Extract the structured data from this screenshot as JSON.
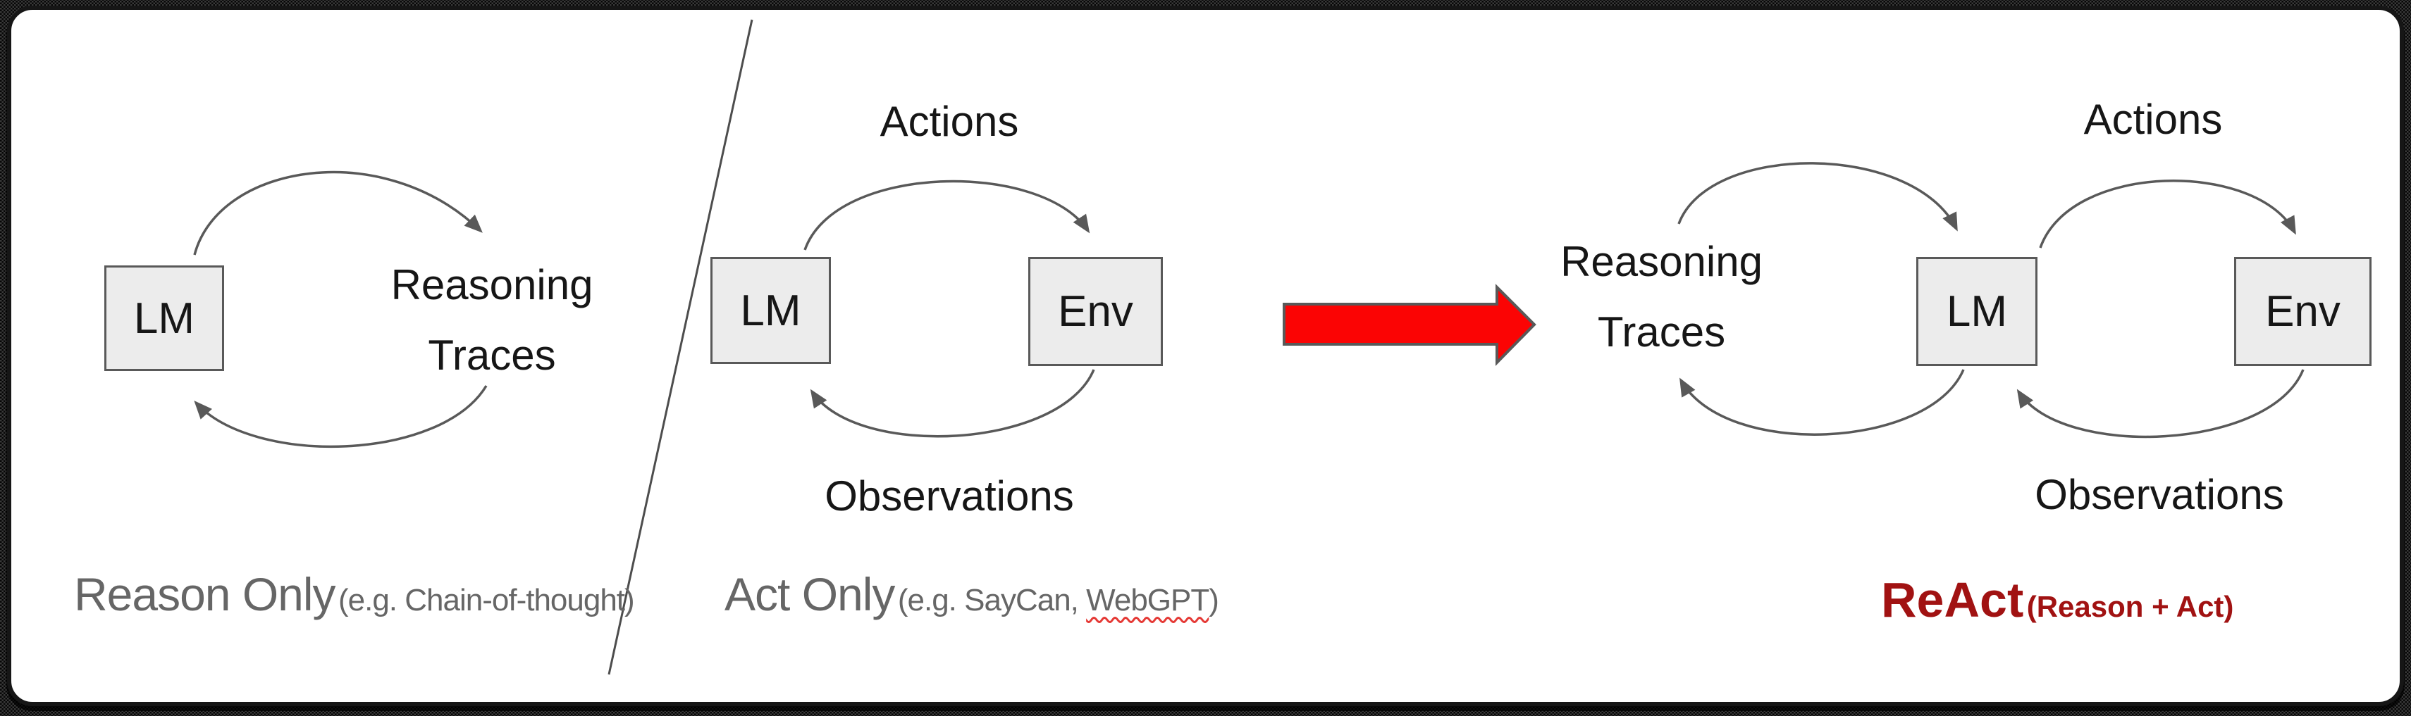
{
  "colors": {
    "card_bg": "#ffffff",
    "box_fill": "#ececec",
    "box_border": "#595959",
    "arrow_stroke": "#595959",
    "caption_gray": "#666666",
    "react_red": "#a11212",
    "big_arrow_red": "#fb0404",
    "squiggle_red": "#e53935"
  },
  "left_panel": {
    "lm_label": "LM",
    "loop_label_line1": "Reasoning",
    "loop_label_line2": "Traces",
    "caption": "Reason Only",
    "caption_note": "(e.g. Chain-of-thought)"
  },
  "middle_panel": {
    "lm_label": "LM",
    "env_label": "Env",
    "top_label": "Actions",
    "bottom_label": "Observations",
    "caption": "Act Only",
    "caption_note_prefix": "(e.g. SayCan, ",
    "caption_note_underlined": "WebGPT",
    "caption_note_suffix": ")"
  },
  "right_panel": {
    "loop_label_line1": "Reasoning",
    "loop_label_line2": "Traces",
    "lm_label": "LM",
    "env_label": "Env",
    "top_label": "Actions",
    "bottom_label": "Observations",
    "caption": "ReAct",
    "caption_note": "(Reason + Act)"
  }
}
